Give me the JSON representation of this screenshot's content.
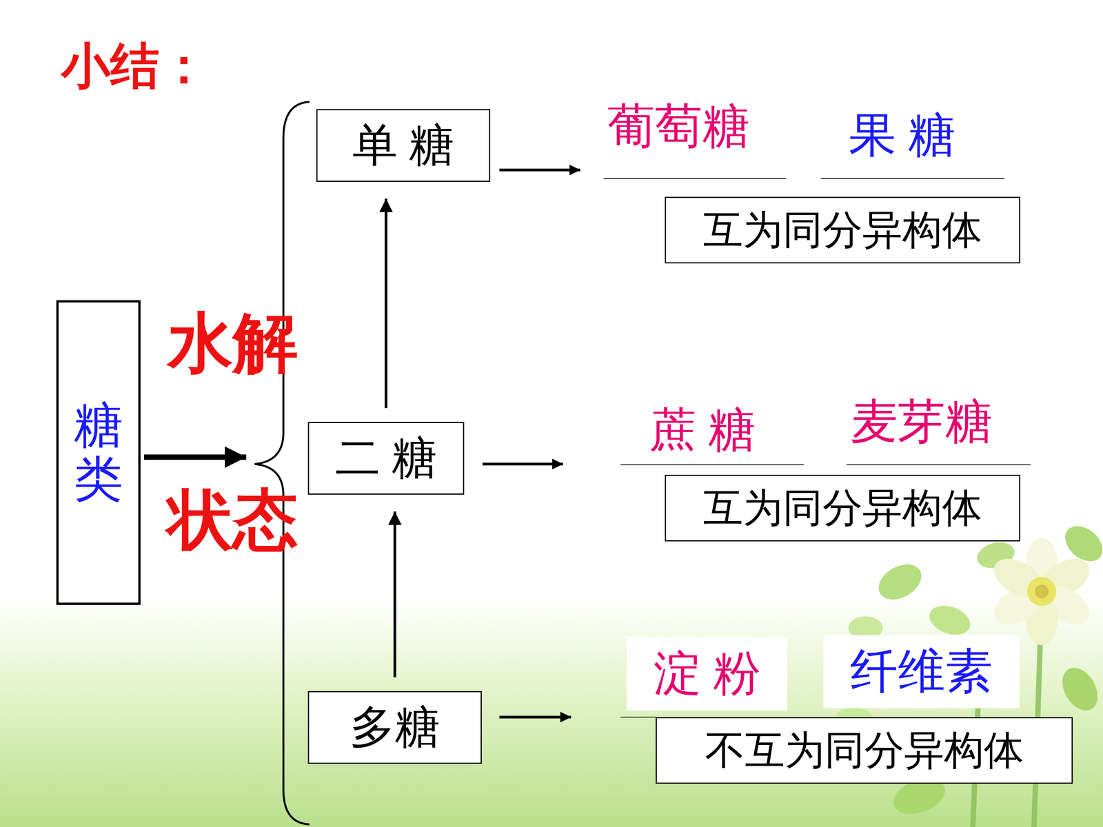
{
  "diagram": {
    "title": "小结：",
    "nodes": [
      {
        "text": [
          "糖类"
        ]
      },
      {
        "text": [
          "单 糖"
        ]
      },
      {
        "text": [
          "互为同分异构体"
        ]
      },
      {
        "text": [
          "二 糖"
        ]
      },
      {
        "text": [
          "互为同分异构体"
        ]
      },
      {
        "text": [
          "多糖"
        ]
      },
      {
        "text": [
          "不互为同分异构体"
        ]
      }
    ],
    "edges": [
      {
        "from": 3,
        "to": 1,
        "arrow": "to"
      },
      {
        "from": 5,
        "to": 3,
        "arrow": "to"
      }
    ],
    "labels": [
      "水解",
      "状态",
      "葡萄糖",
      "果 糖",
      "蔗 糖",
      "麦芽糖",
      "淀 粉",
      "纤维素"
    ]
  }
}
